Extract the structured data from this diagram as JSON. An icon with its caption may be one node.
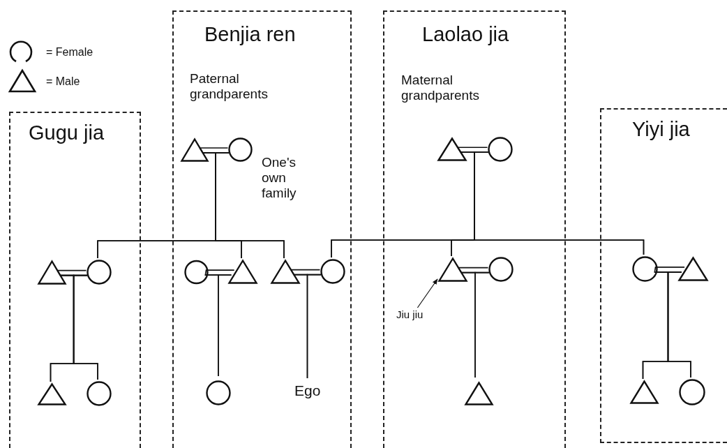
{
  "diagram": {
    "nodes": [
      {
        "text": [
          "Gugu jia"
        ]
      },
      {
        "text": [
          "Benjia ren"
        ]
      },
      {
        "text": [
          "Laolao jia"
        ]
      },
      {
        "text": [
          "Yiyi jia"
        ]
      },
      {
        "text": [],
        "shape": "triangle",
        "in": 1
      },
      {
        "text": [],
        "shape": "circle",
        "in": 1
      },
      {
        "text": [],
        "shape": "triangle",
        "in": 2
      },
      {
        "text": [],
        "shape": "circle",
        "in": 2
      },
      {
        "text": [],
        "shape": "triangle",
        "in": 0
      },
      {
        "text": [],
        "shape": "circle",
        "in": 0
      },
      {
        "text": [],
        "shape": "circle",
        "in": 1
      },
      {
        "text": [],
        "shape": "triangle",
        "in": 1
      },
      {
        "text": [],
        "shape": "triangle",
        "in": 1
      },
      {
        "text": [],
        "shape": "circle",
        "in": 1
      },
      {
        "text": [],
        "shape": "triangle",
        "in": 2
      },
      {
        "text": [],
        "shape": "circle",
        "in": 2
      },
      {
        "text": [],
        "shape": "circle",
        "in": 3
      },
      {
        "text": [],
        "shape": "triangle",
        "in": 3
      },
      {
        "text": [
          "Jiu jiu"
        ],
        "in": 2
      },
      {
        "text": [],
        "shape": "triangle",
        "in": 0
      },
      {
        "text": [],
        "shape": "circle",
        "in": 0
      },
      {
        "text": [],
        "shape": "circle",
        "in": 1
      },
      {
        "text": [
          "Ego"
        ],
        "in": 1
      },
      {
        "text": [],
        "shape": "triangle",
        "in": 2
      },
      {
        "text": [],
        "shape": "triangle",
        "in": 3
      },
      {
        "text": [],
        "shape": "circle",
        "in": 3
      }
    ],
    "edges": [
      {
        "from": 4,
        "to": 5,
        "arrow": "none"
      },
      {
        "from": 6,
        "to": 7,
        "arrow": "none"
      },
      {
        "from": 8,
        "to": 9,
        "arrow": "none"
      },
      {
        "from": 10,
        "to": 11,
        "arrow": "none"
      },
      {
        "from": 12,
        "to": 13,
        "arrow": "none"
      },
      {
        "from": 14,
        "to": 15,
        "arrow": "none"
      },
      {
        "from": 16,
        "to": 17,
        "arrow": "none"
      },
      {
        "from": 4,
        "to": 9,
        "arrow": "none"
      },
      {
        "from": 5,
        "to": 9,
        "arrow": "none"
      },
      {
        "from": 4,
        "to": 11,
        "arrow": "none"
      },
      {
        "from": 5,
        "to": 11,
        "arrow": "none"
      },
      {
        "from": 4,
        "to": 12,
        "arrow": "none"
      },
      {
        "from": 5,
        "to": 12,
        "arrow": "none"
      },
      {
        "from": 6,
        "to": 13,
        "arrow": "none"
      },
      {
        "from": 7,
        "to": 13,
        "arrow": "none"
      },
      {
        "from": 6,
        "to": 14,
        "arrow": "none"
      },
      {
        "from": 7,
        "to": 14,
        "arrow": "none"
      },
      {
        "from": 6,
        "to": 16,
        "arrow": "none"
      },
      {
        "from": 7,
        "to": 16,
        "arrow": "none"
      },
      {
        "from": 8,
        "to": 19,
        "arrow": "none"
      },
      {
        "from": 9,
        "to": 19,
        "arrow": "none"
      },
      {
        "from": 8,
        "to": 20,
        "arrow": "none"
      },
      {
        "from": 9,
        "to": 20,
        "arrow": "none"
      },
      {
        "from": 10,
        "to": 21,
        "arrow": "none"
      },
      {
        "from": 11,
        "to": 21,
        "arrow": "none"
      },
      {
        "from": 12,
        "to": 22,
        "arrow": "none"
      },
      {
        "from": 13,
        "to": 22,
        "arrow": "none"
      },
      {
        "from": 14,
        "to": 23,
        "arrow": "none"
      },
      {
        "from": 15,
        "to": 23,
        "arrow": "none"
      },
      {
        "from": 16,
        "to": 24,
        "arrow": "none"
      },
      {
        "from": 17,
        "to": 24,
        "arrow": "none"
      },
      {
        "from": 16,
        "to": 25,
        "arrow": "none"
      },
      {
        "from": 17,
        "to": 25,
        "arrow": "none"
      },
      {
        "from": 18,
        "to": 14,
        "arrow": "to"
      }
    ],
    "labels": [
      "Paternal grandparents",
      "One's own family",
      "Maternal grandparents"
    ],
    "legend": [
      {
        "text": "= Female"
      },
      {
        "text": "= Male"
      }
    ]
  }
}
